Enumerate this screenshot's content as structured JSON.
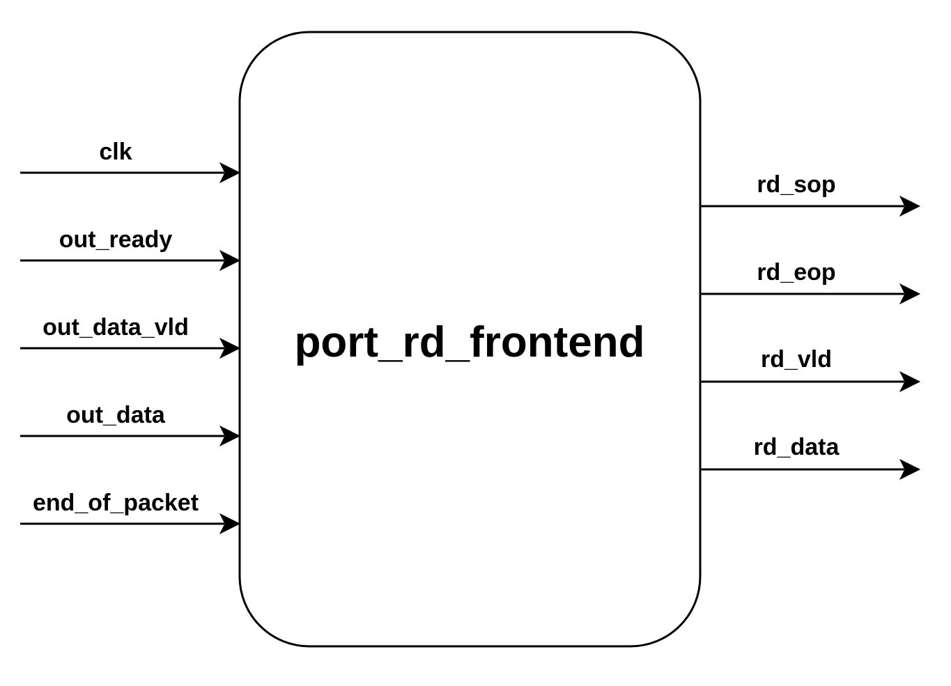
{
  "module": {
    "name": "port_rd_frontend"
  },
  "inputs": [
    {
      "label": "clk"
    },
    {
      "label": "out_ready"
    },
    {
      "label": "out_data_vld"
    },
    {
      "label": "out_data"
    },
    {
      "label": "end_of_packet"
    }
  ],
  "outputs": [
    {
      "label": "rd_sop"
    },
    {
      "label": "rd_eop"
    },
    {
      "label": "rd_vld"
    },
    {
      "label": "rd_data"
    }
  ],
  "colors": {
    "stroke": "#000000",
    "background": "#ffffff"
  }
}
